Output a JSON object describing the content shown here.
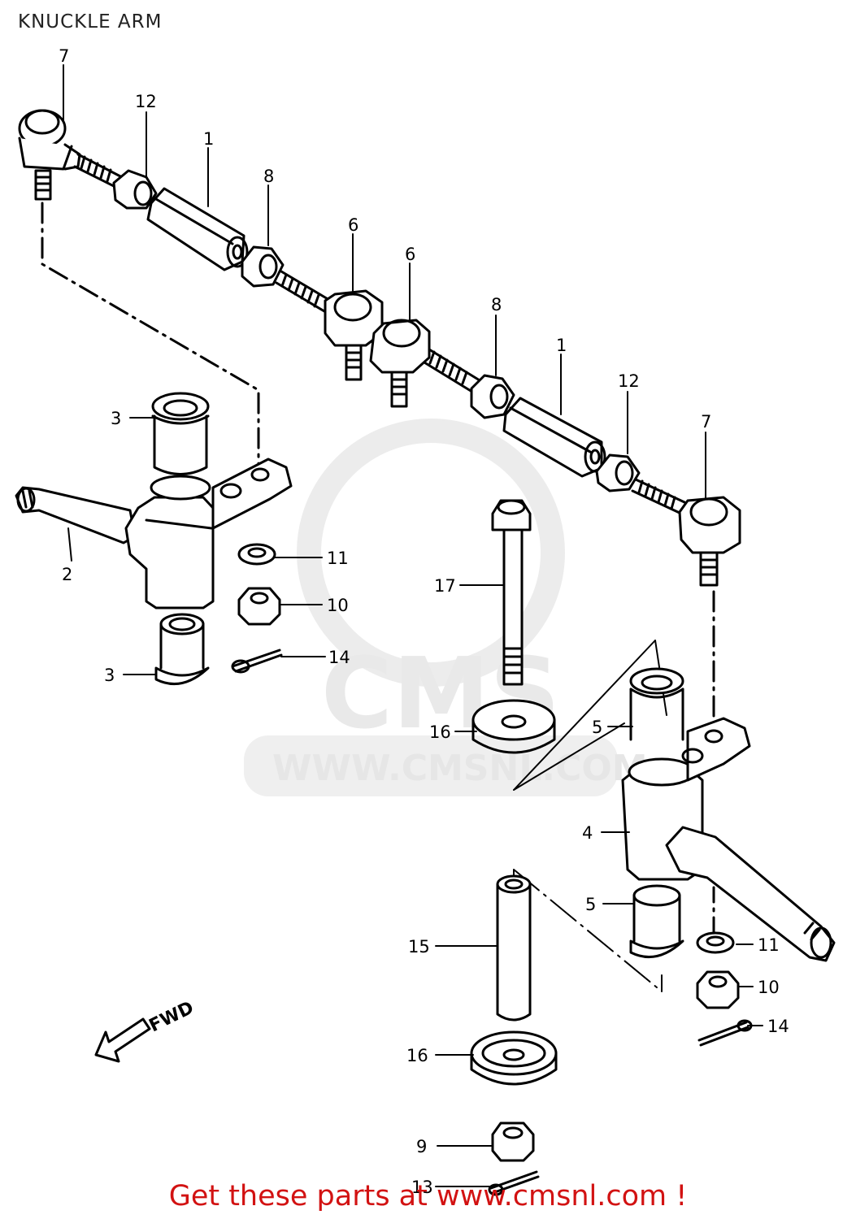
{
  "header": {
    "title": "KNUCKLE ARM"
  },
  "callouts": [
    {
      "id": "c7a",
      "label": "7"
    },
    {
      "id": "c12a",
      "label": "12"
    },
    {
      "id": "c1a",
      "label": "1"
    },
    {
      "id": "c8a",
      "label": "8"
    },
    {
      "id": "c6a",
      "label": "6"
    },
    {
      "id": "c6b",
      "label": "6"
    },
    {
      "id": "c8b",
      "label": "8"
    },
    {
      "id": "c1b",
      "label": "1"
    },
    {
      "id": "c12b",
      "label": "12"
    },
    {
      "id": "c7b",
      "label": "7"
    },
    {
      "id": "c3a",
      "label": "3"
    },
    {
      "id": "c2",
      "label": "2"
    },
    {
      "id": "c11a",
      "label": "11"
    },
    {
      "id": "c10a",
      "label": "10"
    },
    {
      "id": "c14a",
      "label": "14"
    },
    {
      "id": "c3b",
      "label": "3"
    },
    {
      "id": "c17",
      "label": "17"
    },
    {
      "id": "c16a",
      "label": "16"
    },
    {
      "id": "c5a",
      "label": "5"
    },
    {
      "id": "c4",
      "label": "4"
    },
    {
      "id": "c5b",
      "label": "5"
    },
    {
      "id": "c11b",
      "label": "11"
    },
    {
      "id": "c15",
      "label": "15"
    },
    {
      "id": "c10b",
      "label": "10"
    },
    {
      "id": "c14b",
      "label": "14"
    },
    {
      "id": "c16b",
      "label": "16"
    },
    {
      "id": "c9",
      "label": "9"
    },
    {
      "id": "c13",
      "label": "13"
    }
  ],
  "direction": {
    "label": "FWD",
    "icon": "arrow-left-down-icon"
  },
  "watermark": {
    "brand": "CMS",
    "url": "WWW.CMSNL.COM"
  },
  "footer": {
    "banner": "Get these parts at www.cmsnl.com !",
    "color": "#d21212"
  }
}
